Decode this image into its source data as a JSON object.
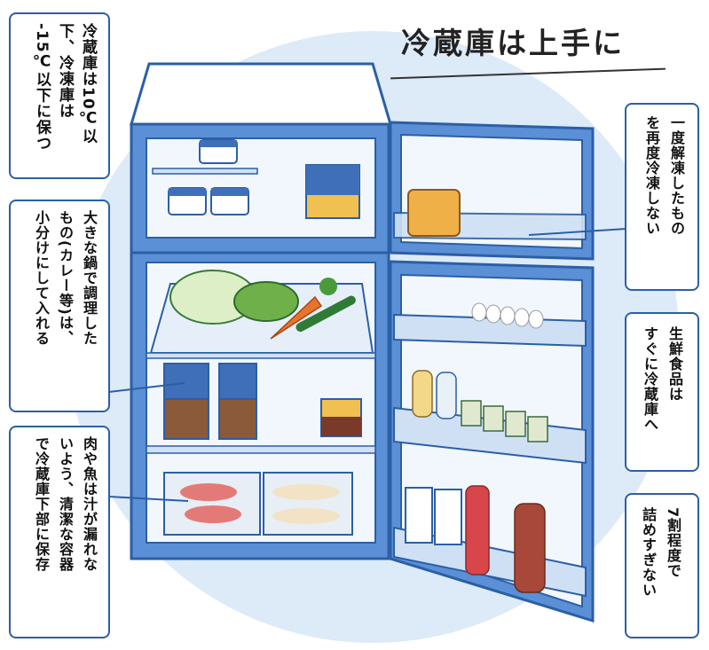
{
  "title": "冷蔵庫は上手に",
  "notes": {
    "temp": [
      "冷蔵庫は10℃以",
      "下、冷凍庫は",
      "-15℃以下に保つ"
    ],
    "pot": [
      "大きな鍋で調理した",
      "もの(カレー等)は、",
      "小分けにして入れる"
    ],
    "meat": [
      "肉や魚は汁が漏れな",
      "いよう、清潔な容器",
      "で冷蔵庫下部に保存"
    ],
    "refreeze": [
      "一度解凍したもの",
      "を再度冷凍しない"
    ],
    "fresh": [
      "生鮮食品は",
      "すぐに冷蔵庫へ"
    ],
    "seventy": [
      "7割程度で",
      "詰めすぎない"
    ]
  },
  "colors": {
    "outline": "#2b5fa6",
    "fridge_body": "#5b8fd6",
    "fridge_light": "#cfe0f5",
    "interior": "#f2f7fd",
    "bg_circle": "#ddeaf8"
  }
}
